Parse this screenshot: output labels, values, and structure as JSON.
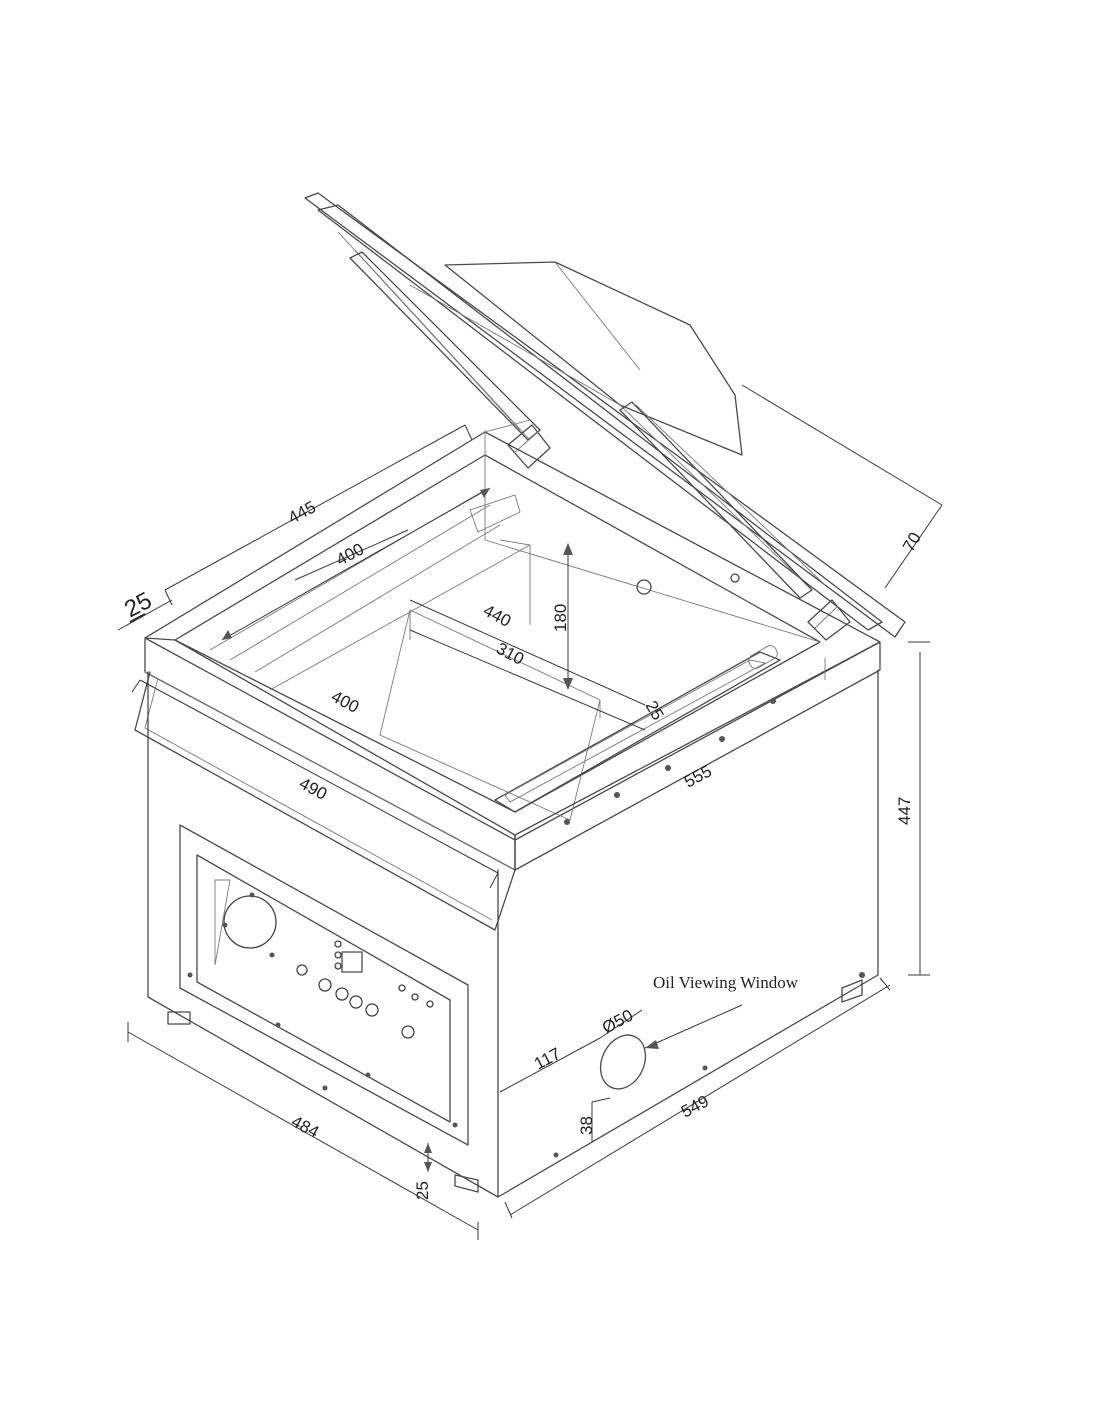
{
  "dimensions": {
    "d445": "445",
    "d400_top": "400",
    "d25_left": "25",
    "d440": "440",
    "d180": "180",
    "d310": "310",
    "d400_inner": "400",
    "d25_right": "25",
    "d70": "70",
    "d490": "490",
    "d555": "555",
    "d447": "447",
    "d484": "484",
    "d25_bottom": "25",
    "d117": "117",
    "d50": "Ø50",
    "d38": "38",
    "d549": "549"
  },
  "labels": {
    "oil_window": "Oil Viewing Window"
  }
}
